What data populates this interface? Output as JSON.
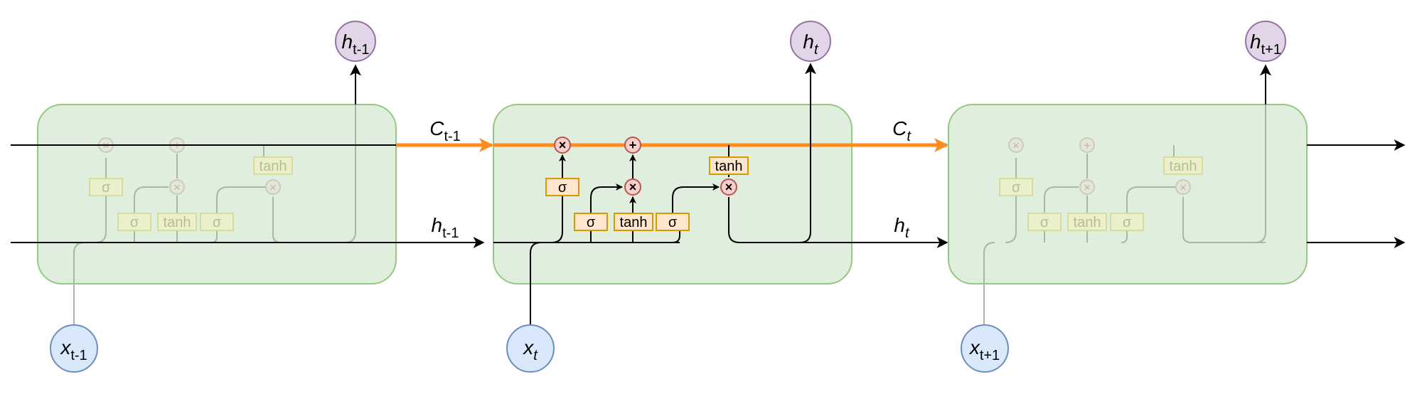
{
  "colors": {
    "cell_fill": "#dfeedd",
    "cell_stroke": "#97c786",
    "cell_state_line": "#ff8c1a",
    "output_node_fill": "#e1d5e7",
    "output_node_stroke": "#9673a6",
    "input_node_fill": "#dae8fc",
    "input_node_stroke": "#6c8ebf",
    "gate_fill": "#ffe6cc",
    "gate_stroke": "#d79b00",
    "op_fill": "#f8cecc",
    "op_stroke": "#b85450"
  },
  "gate_labels": {
    "sigmoid": "σ",
    "tanh": "tanh",
    "multiply": "×",
    "add": "+"
  },
  "cells": [
    {
      "active": false,
      "output_node": {
        "base": "h",
        "sub": "t-1"
      },
      "input_node": {
        "base": "x",
        "sub": "t-1"
      }
    },
    {
      "active": true,
      "output_node": {
        "base": "h",
        "sub": "t"
      },
      "input_node": {
        "base": "x",
        "sub": "t"
      }
    },
    {
      "active": false,
      "output_node": {
        "base": "h",
        "sub": "t+1"
      },
      "input_node": {
        "base": "x",
        "sub": "t+1"
      }
    }
  ],
  "connection_labels": [
    {
      "base": "C",
      "sub": "t-1"
    },
    {
      "base": "h",
      "sub": "t-1"
    },
    {
      "base": "C",
      "sub": "t"
    },
    {
      "base": "h",
      "sub": "t"
    }
  ]
}
